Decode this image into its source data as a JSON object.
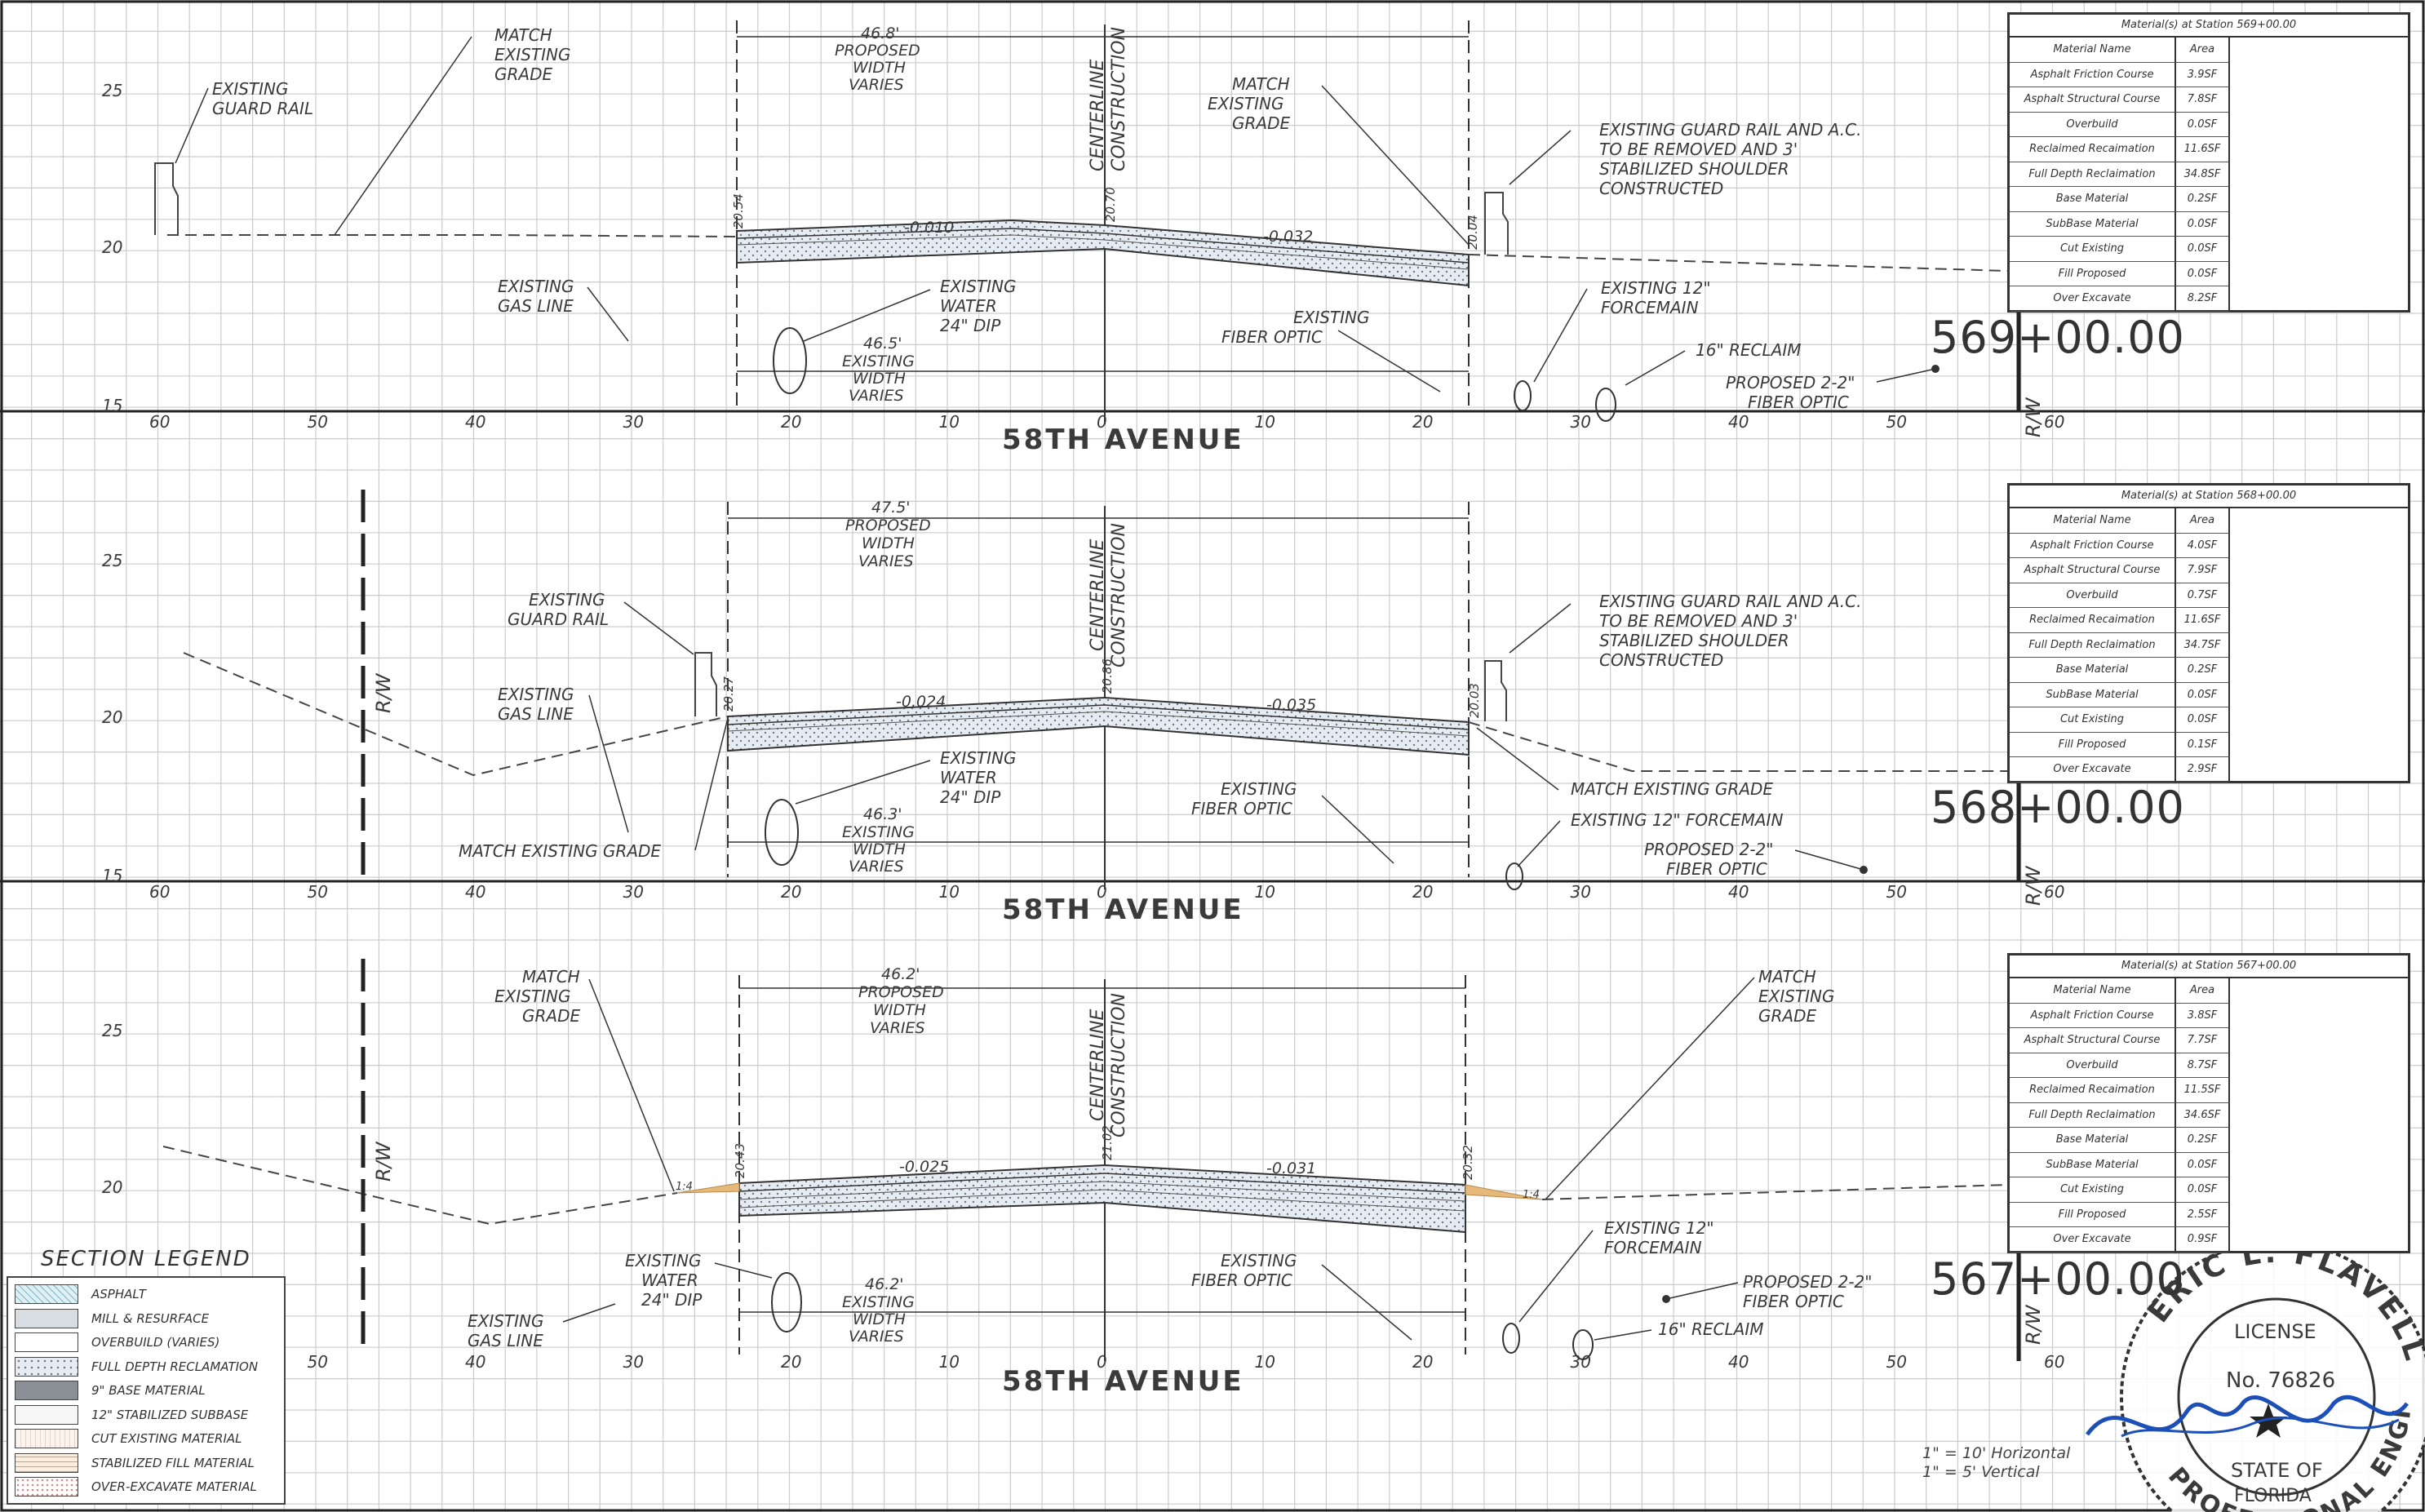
{
  "street_name": "58TH AVENUE",
  "centerline_label": [
    "CENTERLINE",
    "CONSTRUCTION"
  ],
  "row_label": "R/W",
  "sections": [
    {
      "id": "569",
      "station": "569+00.00",
      "y_labels": [
        "25",
        "20",
        "15"
      ],
      "x_labels": [
        "60",
        "50",
        "40",
        "30",
        "20",
        "10",
        "0",
        "10",
        "20",
        "30",
        "40",
        "50",
        "60"
      ],
      "proposed_width": [
        "46.8'",
        "PROPOSED",
        "WIDTH",
        "VARIES"
      ],
      "existing_width": [
        "46.5'",
        "EXISTING",
        "WIDTH",
        "VARIES"
      ],
      "left_slope": "-0.010",
      "right_slope": "-0.032",
      "edge_elev_left": "20.54",
      "edge_elev_center": "20.70",
      "edge_elev_right": "20.04",
      "notes": {
        "existing_guard_rail": [
          "EXISTING",
          "GUARD RAIL"
        ],
        "match_grade_left": [
          "MATCH",
          "EXISTING",
          "GRADE"
        ],
        "match_grade_right": [
          "MATCH",
          "EXISTING",
          "GRADE"
        ],
        "guard_rail_right": [
          "EXISTING GUARD RAIL AND A.C.",
          "TO BE REMOVED AND 3'",
          "STABILIZED SHOULDER",
          "CONSTRUCTED"
        ],
        "gas_line": [
          "EXISTING",
          "GAS LINE"
        ],
        "water": [
          "EXISTING",
          "WATER",
          "24\" DIP"
        ],
        "fiber_optic": [
          "EXISTING",
          "FIBER OPTIC"
        ],
        "forcemain": [
          "EXISTING 12\"",
          "FORCEMAIN"
        ],
        "reclaim": "16\" RECLAIM",
        "proposed_fiber": [
          "PROPOSED 2-2\"",
          "FIBER OPTIC"
        ]
      },
      "materials": {
        "title": "Material(s) at Station 569+00.00",
        "header": [
          "Material Name",
          "Area"
        ],
        "rows": [
          [
            "Asphalt Friction Course",
            "3.9SF"
          ],
          [
            "Asphalt Structural Course",
            "7.8SF"
          ],
          [
            "Overbuild",
            "0.0SF"
          ],
          [
            "Reclaimed Recaimation",
            "11.6SF"
          ],
          [
            "Full Depth Reclaimation",
            "34.8SF"
          ],
          [
            "Base Material",
            "0.2SF"
          ],
          [
            "SubBase Material",
            "0.0SF"
          ],
          [
            "Cut Existing",
            "0.0SF"
          ],
          [
            "Fill Proposed",
            "0.0SF"
          ],
          [
            "Over Excavate",
            "8.2SF"
          ]
        ]
      }
    },
    {
      "id": "568",
      "station": "568+00.00",
      "y_labels": [
        "25",
        "20",
        "15"
      ],
      "x_labels": [
        "60",
        "50",
        "40",
        "30",
        "20",
        "10",
        "0",
        "10",
        "20",
        "30",
        "40",
        "50",
        "60"
      ],
      "proposed_width": [
        "47.5'",
        "PROPOSED",
        "WIDTH",
        "VARIES"
      ],
      "existing_width": [
        "46.3'",
        "EXISTING",
        "WIDTH",
        "VARIES"
      ],
      "left_slope": "-0.024",
      "right_slope": "-0.035",
      "edge_elev_left": "20.27",
      "edge_elev_center": "20.86",
      "edge_elev_right": "20.03",
      "notes": {
        "existing_guard_rail": [
          "EXISTING",
          "GUARD RAIL"
        ],
        "gas_line": [
          "EXISTING",
          "GAS LINE"
        ],
        "match_grade_left": "MATCH EXISTING GRADE",
        "match_grade_right": "MATCH EXISTING GRADE",
        "guard_rail_right": [
          "EXISTING GUARD RAIL AND A.C.",
          "TO BE REMOVED AND 3'",
          "STABILIZED SHOULDER",
          "CONSTRUCTED"
        ],
        "water": [
          "EXISTING",
          "WATER",
          "24\" DIP"
        ],
        "fiber_optic": [
          "EXISTING",
          "FIBER OPTIC"
        ],
        "forcemain": "EXISTING 12\" FORCEMAIN",
        "proposed_fiber": [
          "PROPOSED 2-2\"",
          "FIBER OPTIC"
        ]
      },
      "materials": {
        "title": "Material(s) at Station 568+00.00",
        "header": [
          "Material Name",
          "Area"
        ],
        "rows": [
          [
            "Asphalt Friction Course",
            "4.0SF"
          ],
          [
            "Asphalt Structural Course",
            "7.9SF"
          ],
          [
            "Overbuild",
            "0.7SF"
          ],
          [
            "Reclaimed Recaimation",
            "11.6SF"
          ],
          [
            "Full Depth Reclaimation",
            "34.7SF"
          ],
          [
            "Base Material",
            "0.2SF"
          ],
          [
            "SubBase Material",
            "0.0SF"
          ],
          [
            "Cut Existing",
            "0.0SF"
          ],
          [
            "Fill Proposed",
            "0.1SF"
          ],
          [
            "Over Excavate",
            "2.9SF"
          ]
        ]
      }
    },
    {
      "id": "567",
      "station": "567+00.00",
      "y_labels": [
        "25",
        "20"
      ],
      "x_labels": [
        "50",
        "40",
        "30",
        "20",
        "10",
        "0",
        "10",
        "20",
        "30",
        "40",
        "50",
        "60"
      ],
      "proposed_width": [
        "46.2'",
        "PROPOSED",
        "WIDTH",
        "VARIES"
      ],
      "existing_width": [
        "46.2'",
        "EXISTING",
        "WIDTH",
        "VARIES"
      ],
      "left_slope": "-0.025",
      "right_slope": "-0.031",
      "edge_elev_left": "20.43",
      "edge_elev_center": "21.02",
      "edge_elev_right": "20.32",
      "slope_ratio_left": "1:4",
      "slope_ratio_right": "1:4",
      "notes": {
        "match_grade_left": [
          "MATCH",
          "EXISTING",
          "GRADE"
        ],
        "match_grade_right": [
          "MATCH",
          "EXISTING",
          "GRADE"
        ],
        "water": [
          "EXISTING",
          "WATER",
          "24\" DIP"
        ],
        "gas_line": [
          "EXISTING",
          "GAS LINE"
        ],
        "fiber_optic": [
          "EXISTING",
          "FIBER OPTIC"
        ],
        "forcemain": [
          "EXISTING 12\"",
          "FORCEMAIN"
        ],
        "proposed_fiber": [
          "PROPOSED 2-2\"",
          "FIBER OPTIC"
        ],
        "reclaim": "16\" RECLAIM"
      },
      "materials": {
        "title": "Material(s) at Station 567+00.00",
        "header": [
          "Material Name",
          "Area"
        ],
        "rows": [
          [
            "Asphalt Friction Course",
            "3.8SF"
          ],
          [
            "Asphalt Structural Course",
            "7.7SF"
          ],
          [
            "Overbuild",
            "8.7SF"
          ],
          [
            "Reclaimed Recaimation",
            "11.5SF"
          ],
          [
            "Full Depth Reclaimation",
            "34.6SF"
          ],
          [
            "Base Material",
            "0.2SF"
          ],
          [
            "SubBase Material",
            "0.0SF"
          ],
          [
            "Cut Existing",
            "0.0SF"
          ],
          [
            "Fill Proposed",
            "2.5SF"
          ],
          [
            "Over Excavate",
            "0.9SF"
          ]
        ]
      }
    }
  ],
  "legend": {
    "title": "SECTION LEGEND",
    "items": [
      {
        "label": "ASPHALT",
        "swatch": "asphalt"
      },
      {
        "label": "MILL & RESURFACE",
        "swatch": "mill"
      },
      {
        "label": "OVERBUILD (VARIES)",
        "swatch": "overbuild"
      },
      {
        "label": "FULL DEPTH RECLAMATION",
        "swatch": "fdr"
      },
      {
        "label": "9\" BASE MATERIAL",
        "swatch": "base"
      },
      {
        "label": "12\" STABILIZED SUBBASE",
        "swatch": "subbase"
      },
      {
        "label": "CUT EXISTING MATERIAL",
        "swatch": "cut"
      },
      {
        "label": "STABILIZED FILL MATERIAL",
        "swatch": "fill"
      },
      {
        "label": "OVER-EXCAVATE MATERIAL",
        "swatch": "overex"
      }
    ]
  },
  "scale_notes": [
    "1\" = 10' Horizontal",
    "1\" = 5' Vertical"
  ],
  "seal": {
    "name": "ERIC L. FLAVELL",
    "license_label": "LICENSE",
    "license_number": "No. 76826",
    "state_line1": "STATE OF",
    "state_line2": "FLORIDA",
    "profession": "PROFESSIONAL ENGINEER"
  },
  "colors": {
    "grid": "#c9ccd0",
    "line": "#333333",
    "pavement_fill": "#dbe3ea",
    "signature_blue": "#1c4fb8",
    "fill_orange": "#e4b97a"
  }
}
